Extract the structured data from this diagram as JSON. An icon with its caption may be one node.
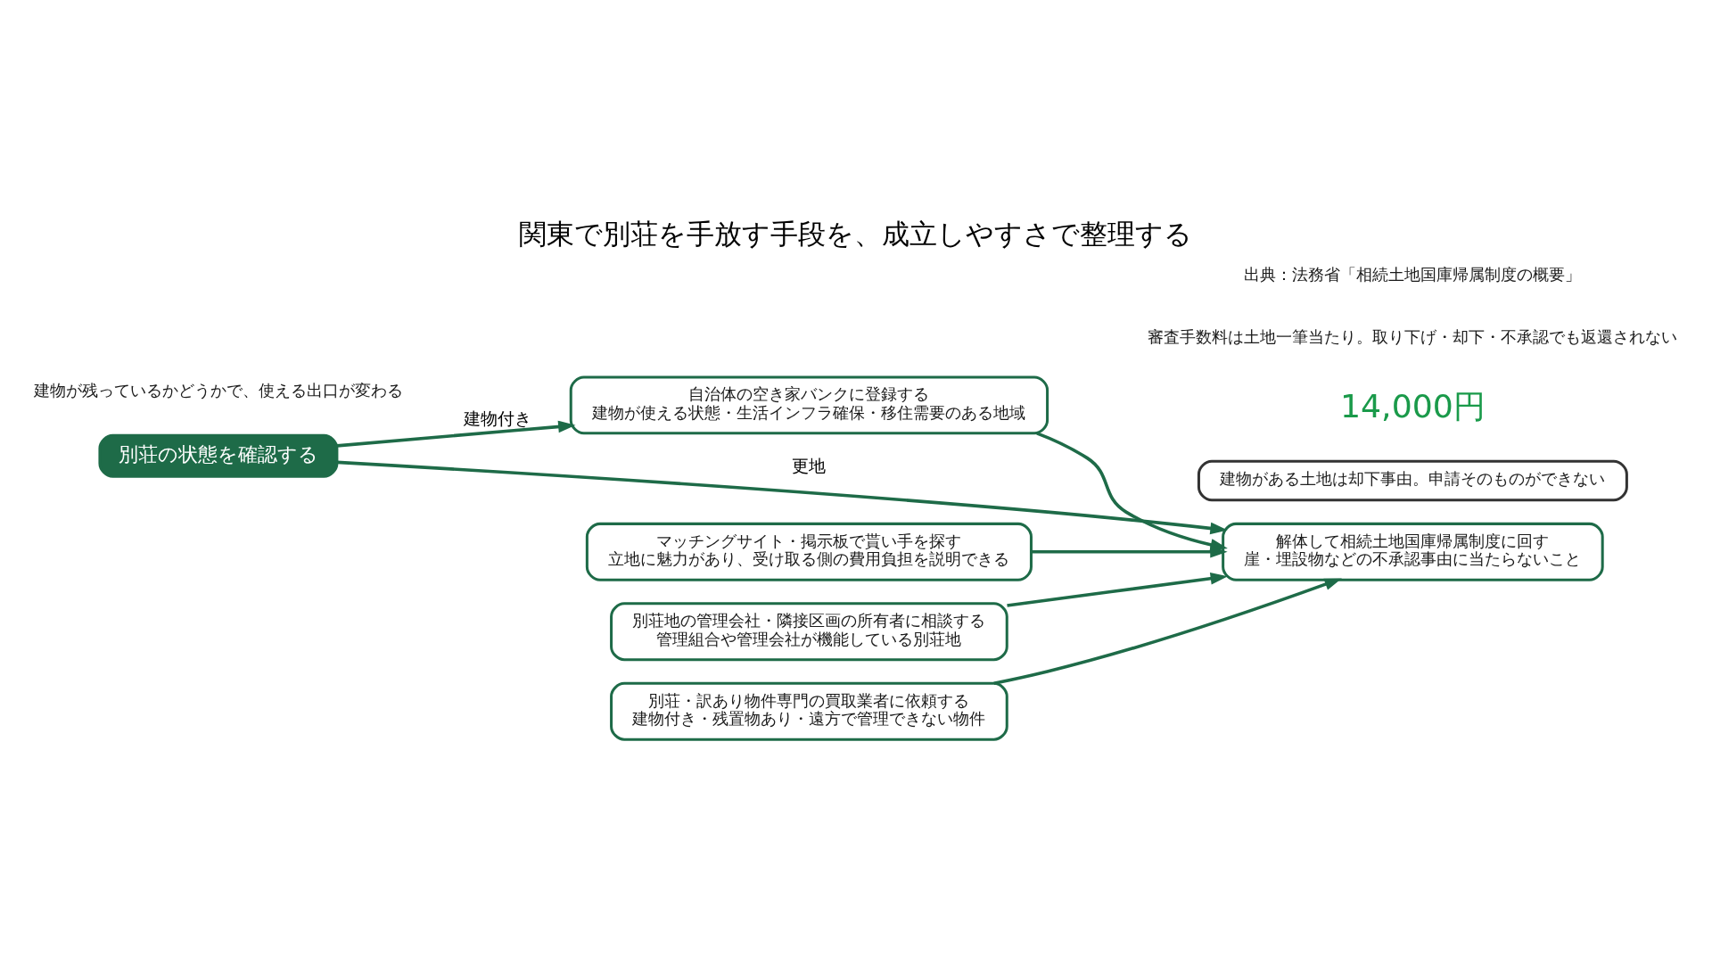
{
  "diagram": {
    "title": "関東で別荘を手放す手段を、成立しやすさで整理する",
    "nodes": [
      {
        "text": [
          "別荘の状態を確認する"
        ]
      },
      {
        "text": [
          "自治体の空き家バンクに登録する",
          "建物が使える状態・生活インフラ確保・移住需要のある地域"
        ]
      },
      {
        "text": [
          "マッチングサイト・掲示板で貰い手を探す",
          "立地に魅力があり、受け取る側の費用負担を説明できる"
        ]
      },
      {
        "text": [
          "別荘地の管理会社・隣接区画の所有者に相談する",
          "管理組合や管理会社が機能している別荘地"
        ]
      },
      {
        "text": [
          "別荘・訳あり物件専門の買取業者に依頼する",
          "建物付き・残置物あり・遠方で管理できない物件"
        ]
      },
      {
        "text": [
          "解体して相続土地国庫帰属制度に回す",
          "崖・埋設物などの不承認事由に当たらないこと"
        ]
      },
      {
        "text": [
          "建物がある土地は却下事由。申請そのものができない"
        ]
      }
    ],
    "edges": [
      {
        "from": 0,
        "to": 1,
        "arrow": "to",
        "label": "建物付き"
      },
      {
        "from": 0,
        "to": 5,
        "arrow": "to",
        "label": "更地"
      },
      {
        "from": 1,
        "to": 5,
        "arrow": "to"
      },
      {
        "from": 2,
        "to": 5,
        "arrow": "to"
      },
      {
        "from": 3,
        "to": 5,
        "arrow": "to"
      },
      {
        "from": 4,
        "to": 5,
        "arrow": "to"
      }
    ],
    "labels": [
      "建物が残っているかどうかで、使える出口が変わる",
      "14,000円",
      "審査手数料は土地一筆当たり。取り下げ・却下・不承認でも返還されない",
      "出典：法務省「相続土地国庫帰属制度の概要」"
    ]
  }
}
